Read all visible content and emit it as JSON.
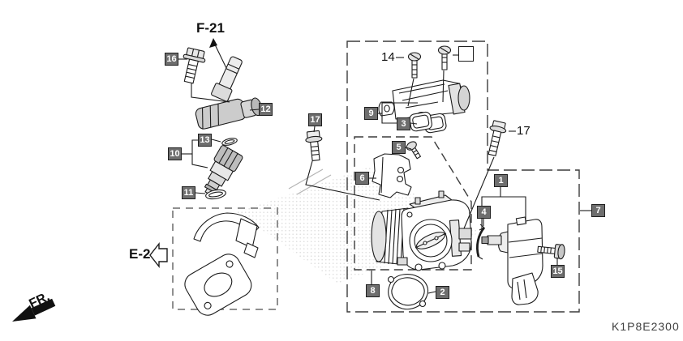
{
  "diagram": {
    "part_code": "K1P8E2300",
    "orientation_label": "FR.",
    "ref_links": {
      "f21": "F-21",
      "e2": "E-2"
    },
    "colors": {
      "callout_bg": "#6e6e6e",
      "callout_text": "#ffffff",
      "line": "#1c1c1c"
    },
    "callouts": {
      "n1": {
        "label": "1"
      },
      "n2": {
        "label": "2"
      },
      "n3": {
        "label": "3"
      },
      "n4": {
        "label": "4"
      },
      "n5": {
        "label": "5"
      },
      "n6": {
        "label": "6"
      },
      "n7": {
        "label": "7"
      },
      "n8": {
        "label": "8"
      },
      "n9": {
        "label": "9"
      },
      "n10": {
        "label": "10"
      },
      "n11": {
        "label": "11"
      },
      "n12": {
        "label": "12"
      },
      "n13": {
        "label": "13"
      },
      "n14": {
        "label": "14"
      },
      "n15": {
        "label": "15"
      },
      "n16": {
        "label": "16"
      },
      "n17": {
        "label": "17"
      }
    },
    "blank_callout": {
      "label": ""
    }
  }
}
